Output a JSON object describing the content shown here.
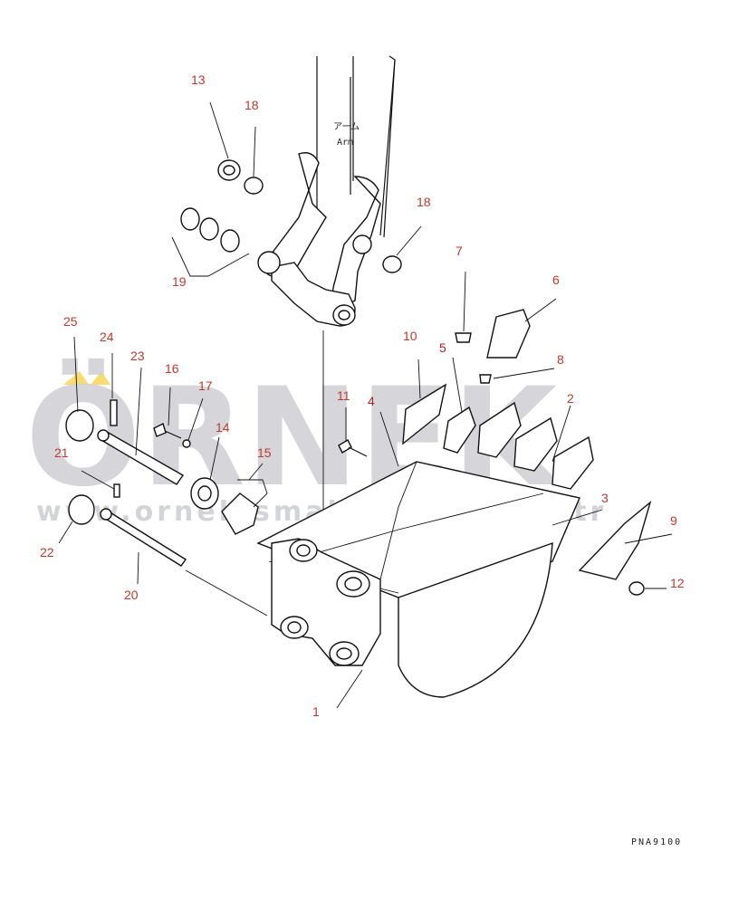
{
  "diagram": {
    "arm_label_jp": "アーム",
    "arm_label_en": "Arm",
    "drawing_code": "PNA9100",
    "watermark": {
      "brand": "ÖRNEK",
      "url": "www.ornekismakinalari.com.tr",
      "color": "#cfd0d4",
      "accent_color": "#f1c40f"
    },
    "callout_color": "#c0392b",
    "callouts": {
      "c1": "1",
      "c2": "2",
      "c3": "3",
      "c4": "4",
      "c5": "5",
      "c6": "6",
      "c7": "7",
      "c8": "8",
      "c9": "9",
      "c10": "10",
      "c11": "11",
      "c12": "12",
      "c13": "13",
      "c14": "14",
      "c15": "15",
      "c16": "16",
      "c17": "17",
      "c18a": "18",
      "c18b": "18",
      "c19": "19",
      "c20": "20",
      "c21": "21",
      "c22": "22",
      "c23": "23",
      "c24": "24",
      "c25": "25"
    }
  }
}
